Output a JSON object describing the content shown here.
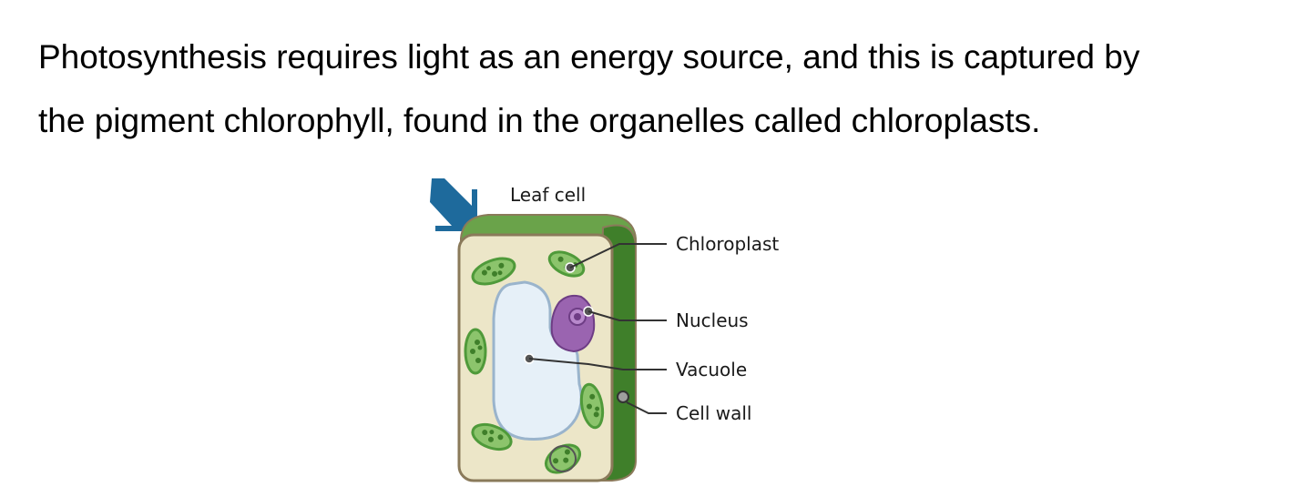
{
  "text": {
    "line1": "Photosynthesis requires light as an energy source, and this is captured by",
    "line2": "the pigment chlorophyll, found in the organelles called chloroplasts."
  },
  "diagram": {
    "title": "Leaf cell",
    "labels": {
      "chloroplast": "Chloroplast",
      "nucleus": "Nucleus",
      "vacuole": "Vacuole",
      "cell_wall": "Cell wall"
    },
    "colors": {
      "arrow": "#1e6a9c",
      "cell_wall": "#3f7f2a",
      "cell_wall_top": "#6aa34a",
      "cytoplasm": "#ece6c8",
      "vacuole": "#e6f0f8",
      "nucleus": "#9a64b0",
      "nucleolus": "#6e3d85",
      "chloroplast": "#4f9a3a",
      "chloroplast_fill": "#8cc46c",
      "leader_line": "#333333",
      "outline": "#8a7a5a"
    }
  }
}
